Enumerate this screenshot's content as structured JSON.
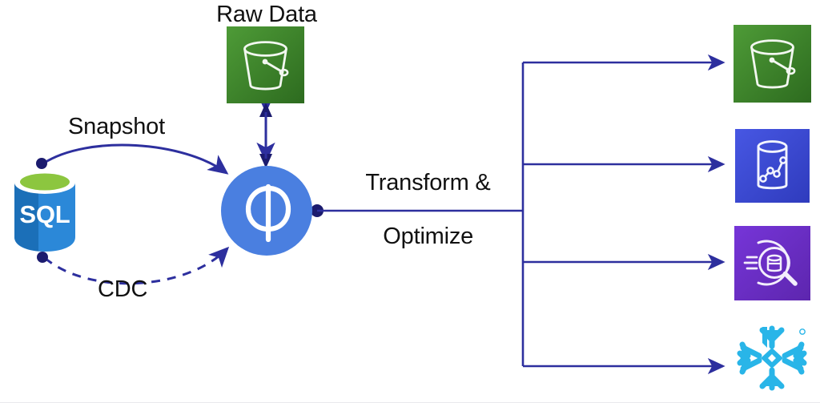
{
  "diagram": {
    "title_visible": false,
    "background": "#ffffff",
    "accent_line_color": "#2d2f9e",
    "labels": {
      "raw_data": "Raw Data",
      "snapshot": "Snapshot",
      "cdc": "CDC",
      "transform_line1": "Transform &",
      "transform_line2": "Optimize",
      "sql": "SQL"
    },
    "source": {
      "name": "sql-database",
      "label": "SQL",
      "colors": {
        "top": "#8cc63f",
        "body_left": "#1b6fb8",
        "body_right": "#2b88d8",
        "rim": "#ffffff"
      }
    },
    "processor": {
      "name": "phi-processor",
      "glyph": "phi",
      "color": "#4a7fe0"
    },
    "raw_data_store": {
      "name": "s3-raw-data-bucket",
      "icon": "s3-bucket-icon",
      "color": "#3c8c2d",
      "color_dark": "#2f6f22"
    },
    "edges": [
      {
        "name": "snapshot-edge",
        "label": "Snapshot",
        "style": "solid-curve",
        "from": "sql-database",
        "to": "phi-processor"
      },
      {
        "name": "cdc-edge",
        "label": "CDC",
        "style": "dashed-curve",
        "from": "sql-database",
        "to": "phi-processor"
      },
      {
        "name": "raw-data-edge",
        "label": "",
        "style": "double-arrow",
        "from": "phi-processor",
        "to": "s3-raw-data-bucket"
      },
      {
        "name": "transform-edge",
        "label": "Transform & Optimize",
        "style": "solid-branch",
        "from": "phi-processor",
        "to": "targets"
      }
    ],
    "targets": [
      {
        "name": "target-s3-bucket",
        "icon": "s3-bucket-icon",
        "color": "#3c8c2d",
        "color_dark": "#2f6f22",
        "label": ""
      },
      {
        "name": "target-redshift",
        "icon": "redshift-icon",
        "color": "#3b48cc",
        "color_dark": "#4a5ae0",
        "label": ""
      },
      {
        "name": "target-athena",
        "icon": "athena-icon",
        "color": "#6a2fbf",
        "color_dark": "#7b35d6",
        "label": ""
      },
      {
        "name": "target-snowflake",
        "icon": "snowflake-icon",
        "color": "#ffffff",
        "color_dark": "#ffffff",
        "label": ""
      }
    ]
  }
}
